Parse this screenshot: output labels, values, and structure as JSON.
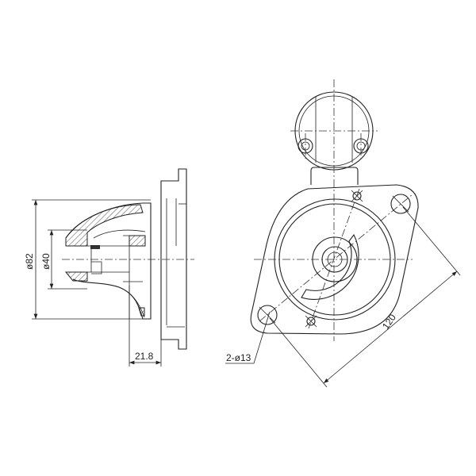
{
  "drawing": {
    "side_view": {
      "dim_outer_diameter": "ø82",
      "dim_inner_diameter": "ø40",
      "dim_depth": "21.8"
    },
    "front_view": {
      "dim_hole_spacing": "120",
      "dim_holes": "2-ø13"
    },
    "line_color": "#222222"
  }
}
